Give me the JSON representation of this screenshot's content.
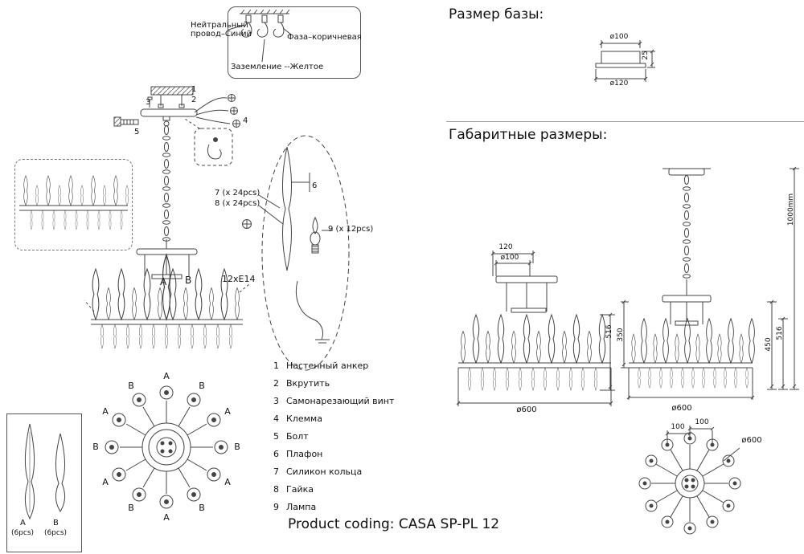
{
  "product_coding": "Product coding: CASA SP-PL 12",
  "wiring_box": {
    "neutral": "Нейтральный провод–Синий",
    "phase": "Фаза–коричневая",
    "ground": "Заземление --Желтое"
  },
  "callouts": {
    "n1": "1",
    "n2": "2",
    "n3": "3",
    "n4": "4",
    "n5": "5",
    "n6": "6",
    "n7": "7 (x 24pcs)",
    "n8": "8 (x 24pcs)",
    "n9": "9 (x 12pcs)",
    "socket": "12xE14"
  },
  "letters": {
    "a": "A",
    "b": "B",
    "qty_a": "(6pcs)",
    "qty_b": "(6pcs)"
  },
  "parts_list": [
    {
      "num": "1",
      "label": "Настенный анкер"
    },
    {
      "num": "2",
      "label": "Вкрутить"
    },
    {
      "num": "3",
      "label": "Самонарезающий винт"
    },
    {
      "num": "4",
      "label": "Клемма"
    },
    {
      "num": "5",
      "label": "Болт"
    },
    {
      "num": "6",
      "label": "Плафон"
    },
    {
      "num": "7",
      "label": "Силикон кольца"
    },
    {
      "num": "8",
      "label": "Гайка"
    },
    {
      "num": "9",
      "label": "Лампа"
    }
  ],
  "base_section": {
    "title": "Размер базы:",
    "dia_top": "ø100",
    "dia_bottom": "ø120",
    "height": "25"
  },
  "overall_section": {
    "title": "Габаритные размеры:",
    "front1": {
      "w": "120",
      "dia": "ø100",
      "h": "516",
      "dia_out": "ø600"
    },
    "front2": {
      "total": "1000mm",
      "h_left": "350",
      "h_right": "450",
      "h_outer": "516",
      "dia_out": "ø600"
    },
    "top_view": {
      "s1": "100",
      "s2": "100",
      "dia": "ø600"
    }
  }
}
